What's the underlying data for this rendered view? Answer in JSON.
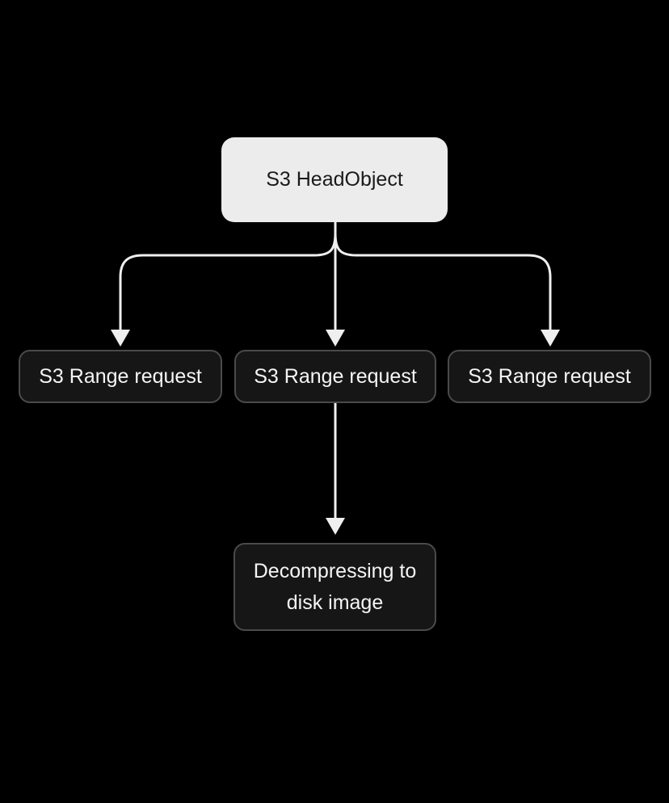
{
  "diagram": {
    "background_color": "#000000",
    "arrow_color": "#efefef",
    "nodes": {
      "head_object": {
        "label": "S3 HeadObject",
        "fill": "#ececec",
        "text_color": "#1a1a1a"
      },
      "range_request_1": {
        "label": "S3 Range request",
        "fill": "#161616",
        "border_color": "#4a4a4a",
        "text_color": "#f5f5f5"
      },
      "range_request_2": {
        "label": "S3 Range request",
        "fill": "#161616",
        "border_color": "#4a4a4a",
        "text_color": "#f5f5f5"
      },
      "range_request_3": {
        "label": "S3 Range request",
        "fill": "#161616",
        "border_color": "#4a4a4a",
        "text_color": "#f5f5f5"
      },
      "decompress": {
        "label": "Decompressing to disk image",
        "fill": "#161616",
        "border_color": "#4a4a4a",
        "text_color": "#f5f5f5"
      }
    },
    "edges": [
      {
        "from": "head_object",
        "to": "range_request_1"
      },
      {
        "from": "head_object",
        "to": "range_request_2"
      },
      {
        "from": "head_object",
        "to": "range_request_3"
      },
      {
        "from": "range_request_2",
        "to": "decompress"
      }
    ]
  }
}
